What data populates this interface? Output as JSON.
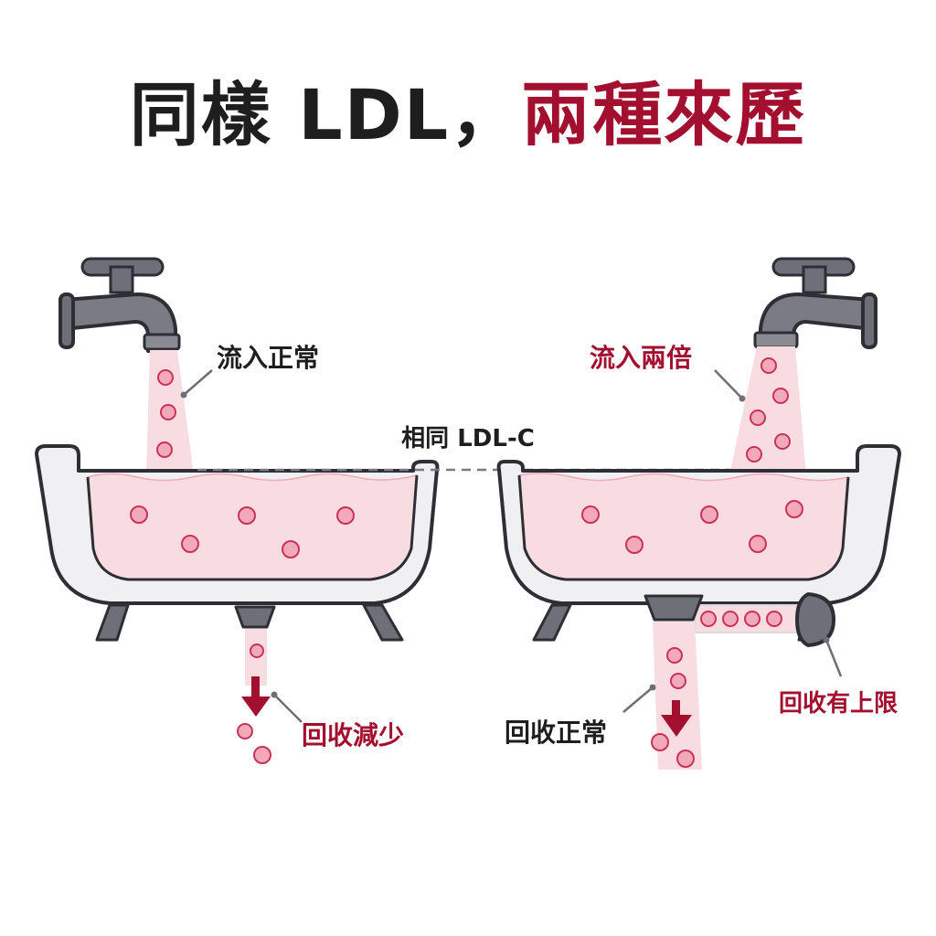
{
  "title": {
    "part1": "同樣 LDL，",
    "part2": "兩種來歷"
  },
  "center_label": "相同 LDL-C",
  "left_tub": {
    "inflow_label": "流入正常",
    "outflow_label": "回收減少"
  },
  "right_tub": {
    "inflow_label": "流入兩倍",
    "outflow_label": "回收正常",
    "side_valve_label": "回收有上限"
  },
  "colors": {
    "accent_red": "#a3102f",
    "text_dark": "#1e1e1e",
    "water_pink": "#f7dce2",
    "particle_pink": "#f2a9b8",
    "particle_stroke": "#c9325a",
    "tub_fill": "#f0f0f2",
    "tub_stroke": "#2e2e35",
    "metal_gray": "#6f6f78"
  }
}
